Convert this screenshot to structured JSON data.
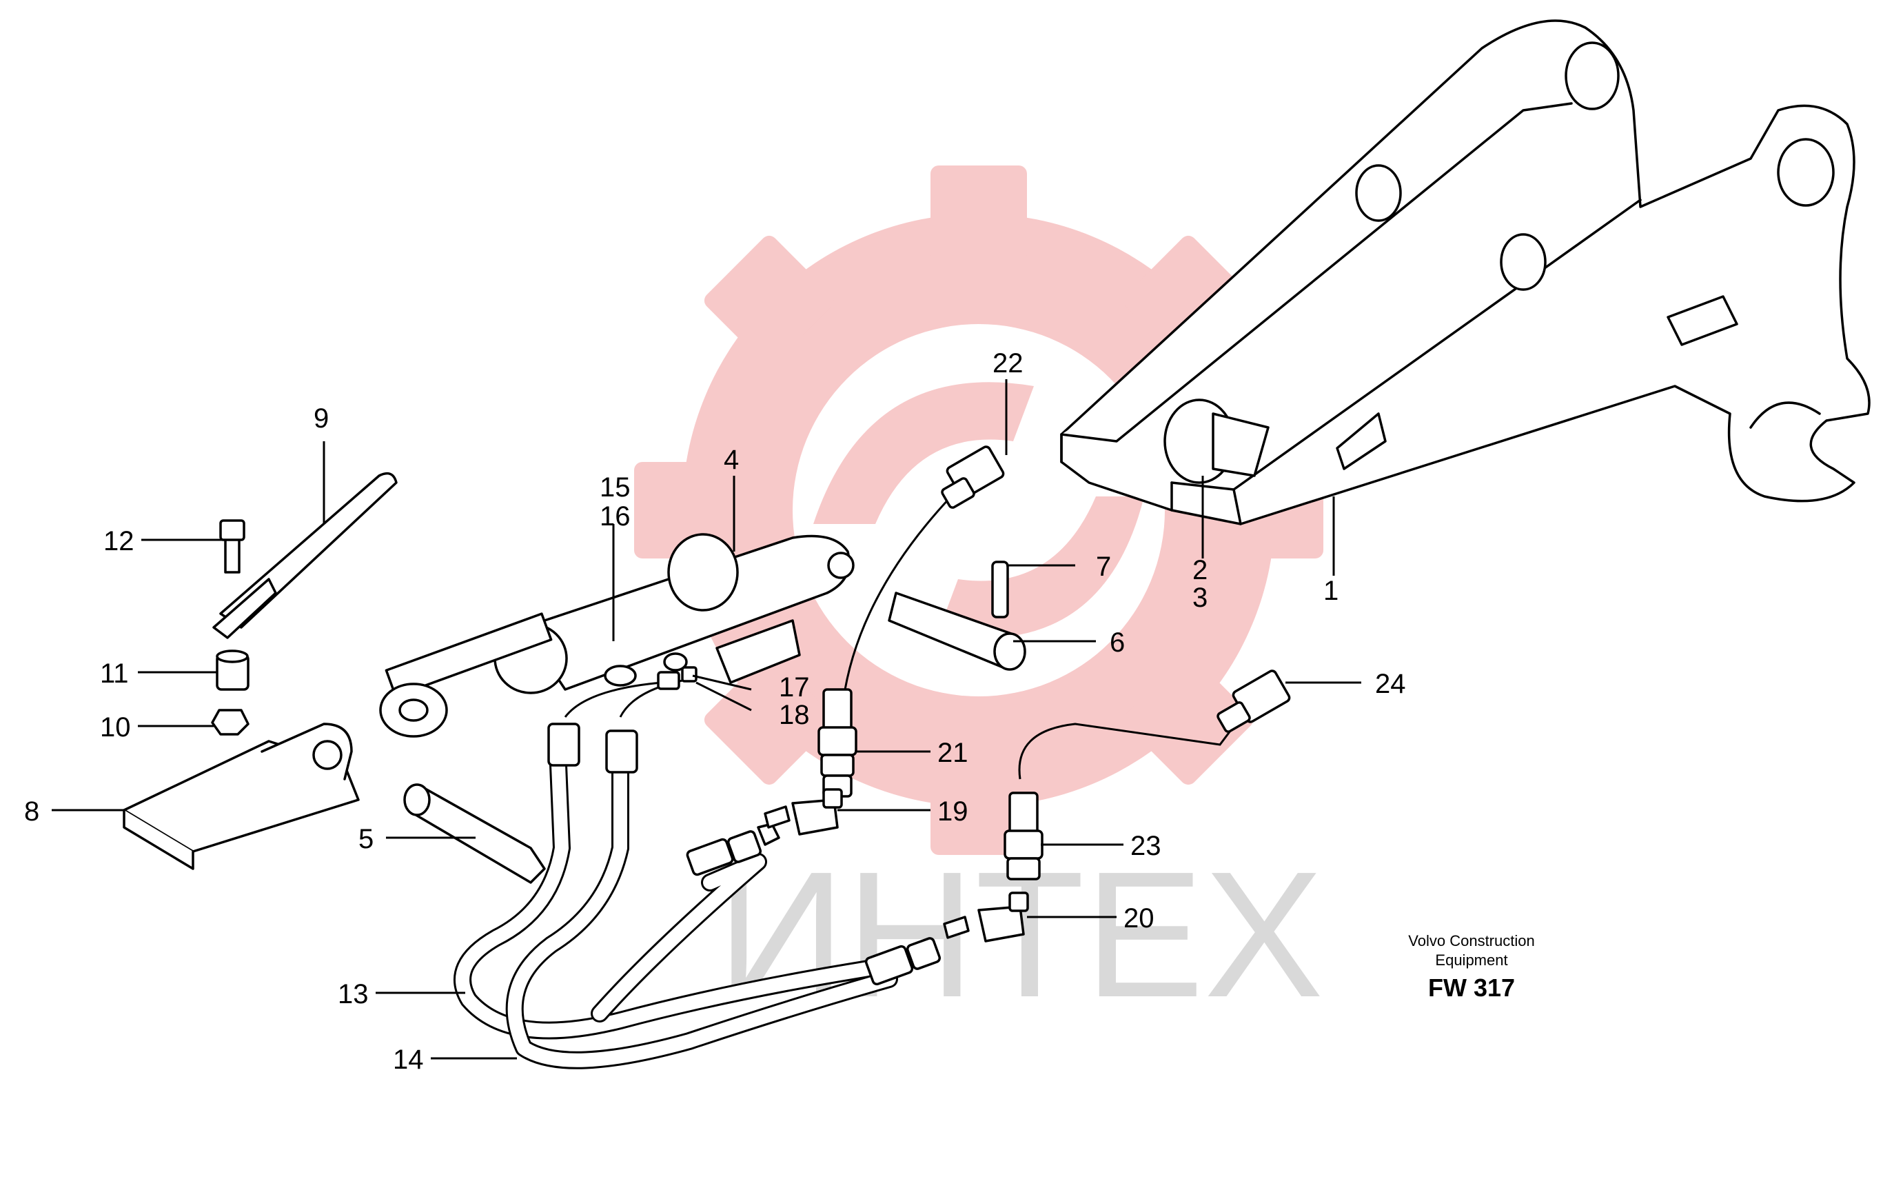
{
  "watermark": {
    "text": "ИНТЕХ",
    "gear_color": "#f7c9c9",
    "text_color": "#d9d9d9"
  },
  "callouts": [
    "1",
    "2",
    "3",
    "4",
    "5",
    "6",
    "7",
    "8",
    "9",
    "10",
    "11",
    "12",
    "13",
    "14",
    "15",
    "16",
    "17",
    "18",
    "19",
    "20",
    "21",
    "22",
    "23",
    "24"
  ],
  "footer": {
    "line1": "Volvo Construction",
    "line2": "Equipment",
    "code": "FW 317"
  }
}
